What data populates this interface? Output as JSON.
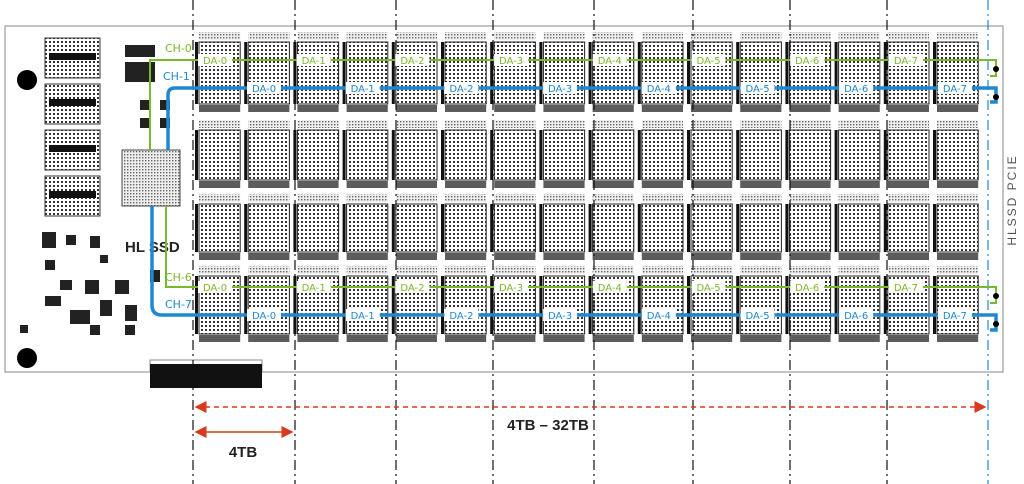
{
  "colors": {
    "green": "#7ab82e",
    "blue": "#1e88d2",
    "red": "#d93a1e",
    "board": "#555555"
  },
  "board": {
    "title": "HLSSD PCIE",
    "logo": "HL SSD"
  },
  "channels": [
    {
      "label": "CH-0",
      "color": "green",
      "lane": "top-1"
    },
    {
      "label": "CH-1",
      "color": "blue",
      "lane": "top-2"
    },
    {
      "label": "CH-6",
      "color": "green",
      "lane": "bottom-1"
    },
    {
      "label": "CH-7",
      "color": "blue",
      "lane": "bottom-2"
    }
  ],
  "dies": [
    "DA-0",
    "DA-1",
    "DA-2",
    "DA-3",
    "DA-4",
    "DA-5",
    "DA-6",
    "DA-7"
  ],
  "dimensions": {
    "total_label": "4TB – 32TB",
    "unit_label": "4TB"
  }
}
